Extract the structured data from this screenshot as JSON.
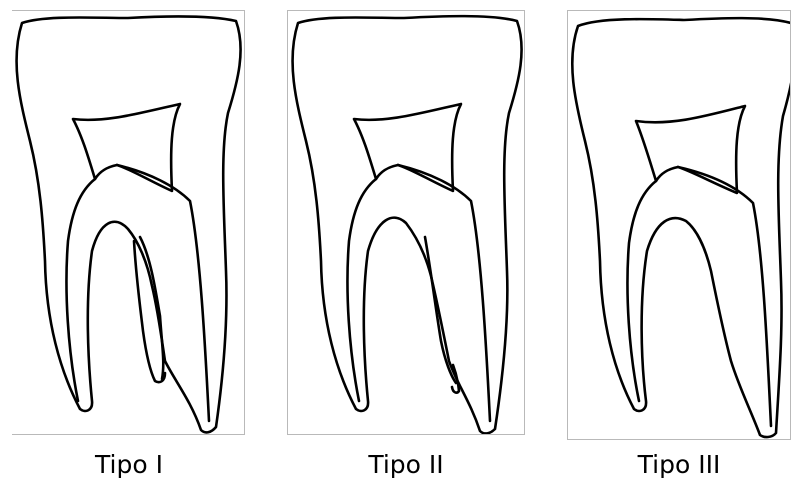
{
  "figure": {
    "line_color": "#000000",
    "panel_border_color": "#b9b9b9",
    "background_color": "#ffffff",
    "panels": [
      {
        "caption": "Tipo I"
      },
      {
        "caption": "Tipo II"
      },
      {
        "caption": "Tipo III"
      }
    ]
  }
}
